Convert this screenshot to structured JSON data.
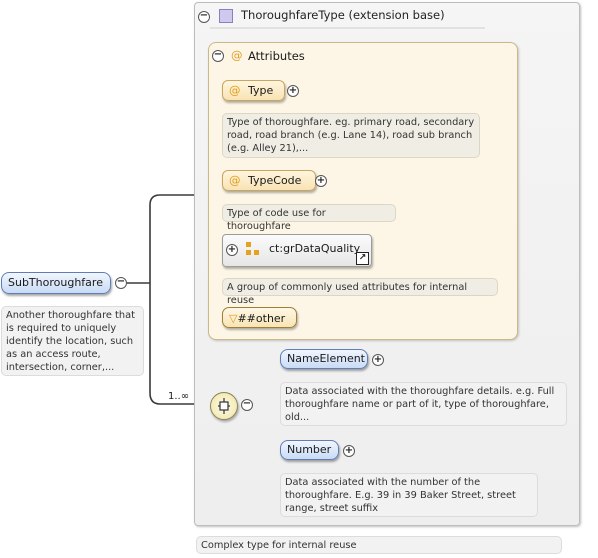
{
  "root_element": {
    "name": "SubThoroughfare",
    "description": "Another thoroughfare that is required to uniquely identify the location, such as an access route, intersection, corner,..."
  },
  "complex_type": {
    "title": "ThoroughfareType (extension base)",
    "description": "Complex type for internal reuse"
  },
  "attributes_panel": {
    "title": "Attributes",
    "at_symbol": "@",
    "items": [
      {
        "name": "Type",
        "description": "Type of thoroughfare. eg. primary road, secondary road, road branch (e.g. Lane 14), road sub branch (e.g. Alley 21),..."
      },
      {
        "name": "TypeCode",
        "description": "Type of code use for thoroughfare"
      }
    ],
    "group": {
      "name": "ct:grDataQuality",
      "description": "A group of commonly used attributes for internal reuse"
    },
    "any_attribute": "##other"
  },
  "sequence": {
    "cardinality": "1..∞",
    "elements": [
      {
        "name": "NameElement",
        "description": "Data associated with the thoroughfare details. e.g. Full thoroughfare name or part of it, type of thoroughfare, old..."
      },
      {
        "name": "Number",
        "description": "Data associated with the number of the thoroughfare. E.g. 39 in 39 Baker Street, street range, street suffix"
      }
    ]
  },
  "controls": {
    "collapse_glyph": "−",
    "expand_glyph": "+"
  },
  "colors": {
    "element": "#c9dbf5",
    "attribute": "#f8e3b3",
    "panel": "#fdf6e7",
    "type_icon": "#cfc8ef"
  }
}
